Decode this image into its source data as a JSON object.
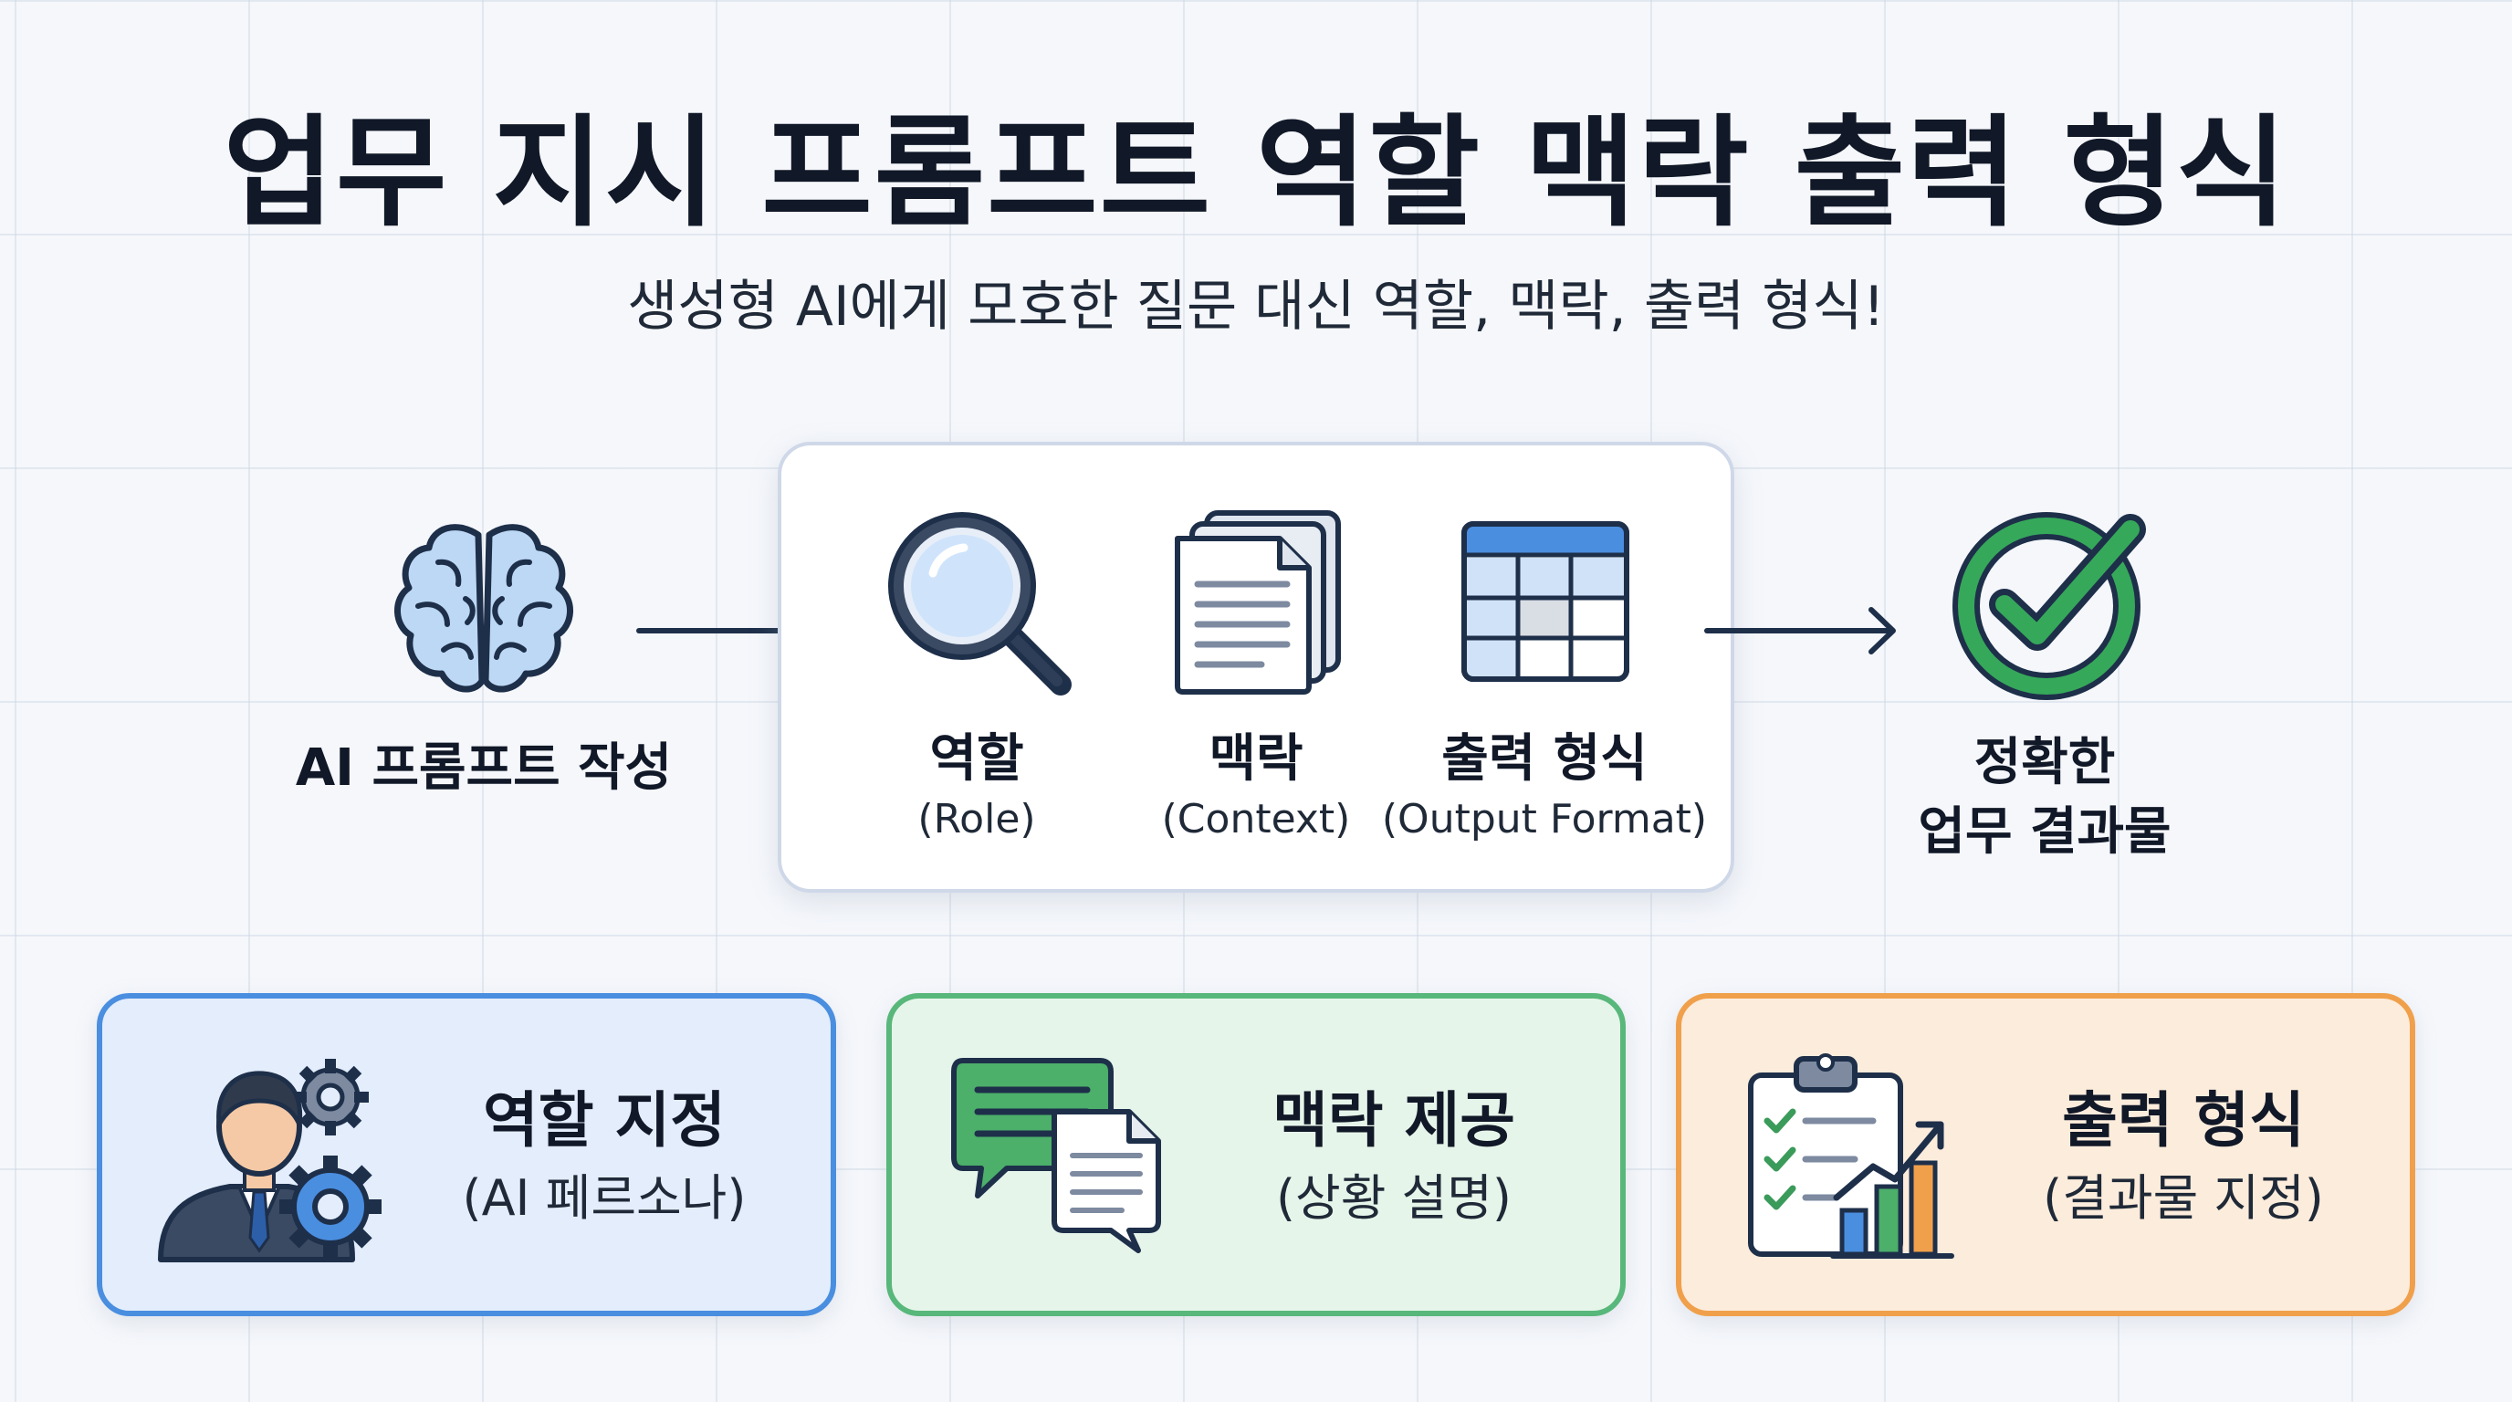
{
  "title": "업무 지시 프롬프트 역할 맥락 출력 형식",
  "subtitle": "생성형 AI에게 모호한 질문 대신 역할, 맥락, 출력 형식!",
  "flow": {
    "start_label": "AI 프롬프트 작성",
    "steps": [
      {
        "label": "역할",
        "sub": "(Role)",
        "icon": "magnifier-icon"
      },
      {
        "label": "맥락",
        "sub": "(Context)",
        "icon": "document-stack-icon"
      },
      {
        "label": "출력 형식",
        "sub": "(Output Format)",
        "icon": "table-grid-icon"
      }
    ],
    "result_line1": "정확한",
    "result_line2": "업무 결과물"
  },
  "cards": [
    {
      "title": "역할 지정",
      "sub": "(AI 페르소나)",
      "icon": "persona-gears-icon",
      "color": "#4a8ee0"
    },
    {
      "title": "맥락 제공",
      "sub": "(상황 설명)",
      "icon": "chat-bubbles-icon",
      "color": "#58b77a"
    },
    {
      "title": "출력 형식",
      "sub": "(결과물 지정)",
      "icon": "clipboard-chart-icon",
      "color": "#f0a04b"
    }
  ],
  "colors": {
    "navy": "#1e2f4a",
    "light_blue": "#bcd8f5",
    "green": "#36a85a",
    "card_blue_bg": "#e3edfb",
    "card_green_bg": "#e6f5ea",
    "card_orange_bg": "#fcecdc"
  }
}
